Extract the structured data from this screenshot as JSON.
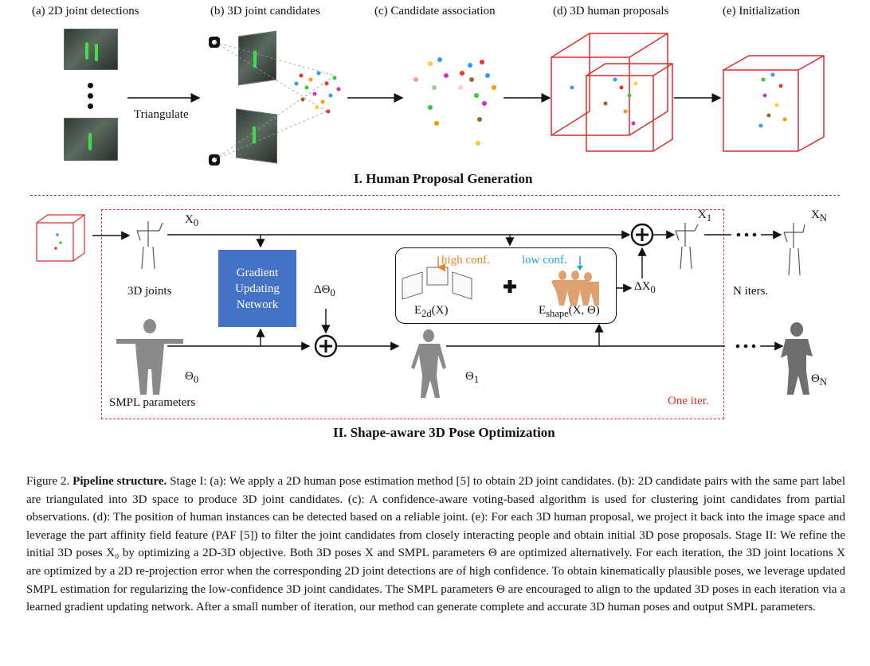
{
  "stage1": {
    "labels": {
      "a": "(a) 2D joint detections",
      "b": "(b) 3D joint candidates",
      "c": "(c) Candidate association",
      "d": "(d) 3D human proposals",
      "e": "(e) Initialization"
    },
    "triangulate": "Triangulate",
    "title": "I. Human Proposal Generation"
  },
  "stage2": {
    "x0": "X",
    "x0_sub": "0",
    "joints_label": "3D joints",
    "gun_line1": "Gradient",
    "gun_line2": "Updating",
    "gun_line3": "Network",
    "delta_theta": "ΔΘ",
    "delta_theta_sub": "0",
    "high_conf": "high conf.",
    "low_conf": "low conf.",
    "e2d": "E",
    "e2d_sub": "2d",
    "e2d_arg": "(X)",
    "eshape": "E",
    "eshape_sub": "shape",
    "eshape_arg": "(X, Θ)",
    "delta_x": "ΔX",
    "delta_x_sub": "0",
    "x1": "X",
    "x1_sub": "1",
    "xn": "X",
    "xn_sub": "N",
    "n_iters": "N iters.",
    "theta0": "Θ",
    "theta0_sub": "0",
    "theta1": "Θ",
    "theta1_sub": "1",
    "thetan": "Θ",
    "thetan_sub": "N",
    "smpl_label": "SMPL parameters",
    "one_iter": "One iter.",
    "title": "II. Shape-aware 3D Pose Optimization"
  },
  "caption": {
    "fig_label": "Figure 2.",
    "title": "Pipeline structure.",
    "text": "Stage I: (a): We apply a 2D human pose estimation method [5] to obtain 2D joint candidates. (b): 2D candidate pairs with the same part label are triangulated into 3D space to produce 3D joint candidates. (c): A confidence-aware voting-based algorithm is used for clustering joint candidates from partial observations. (d): The position of human instances can be detected based on a reliable joint. (e): For each 3D human proposal, we project it back into the image space and leverage the part affinity field feature (PAF [5]) to filter the joint candidates from closely interacting people and obtain initial 3D pose proposals. Stage II: We refine the initial 3D poses X₀ by optimizing a 2D-3D objective. Both 3D poses X and SMPL parameters Θ are optimized alternatively. For each iteration, the 3D joint locations X are optimized by a 2D re-projection error when the corresponding 2D joint detections are of high confidence. To obtain kinematically plausible poses, we leverage updated SMPL estimation for regularizing the low-confidence 3D joint candidates. The SMPL parameters Θ are encouraged to align to the updated 3D poses in each iteration via a learned gradient updating network. After a small number of iteration, our method can generate complete and accurate 3D human poses and output SMPL parameters."
  },
  "colors": {
    "red": "#e02a2a",
    "blue_box": "#4472c4",
    "orange": "#e8862a",
    "cyan": "#1ea7d8"
  }
}
